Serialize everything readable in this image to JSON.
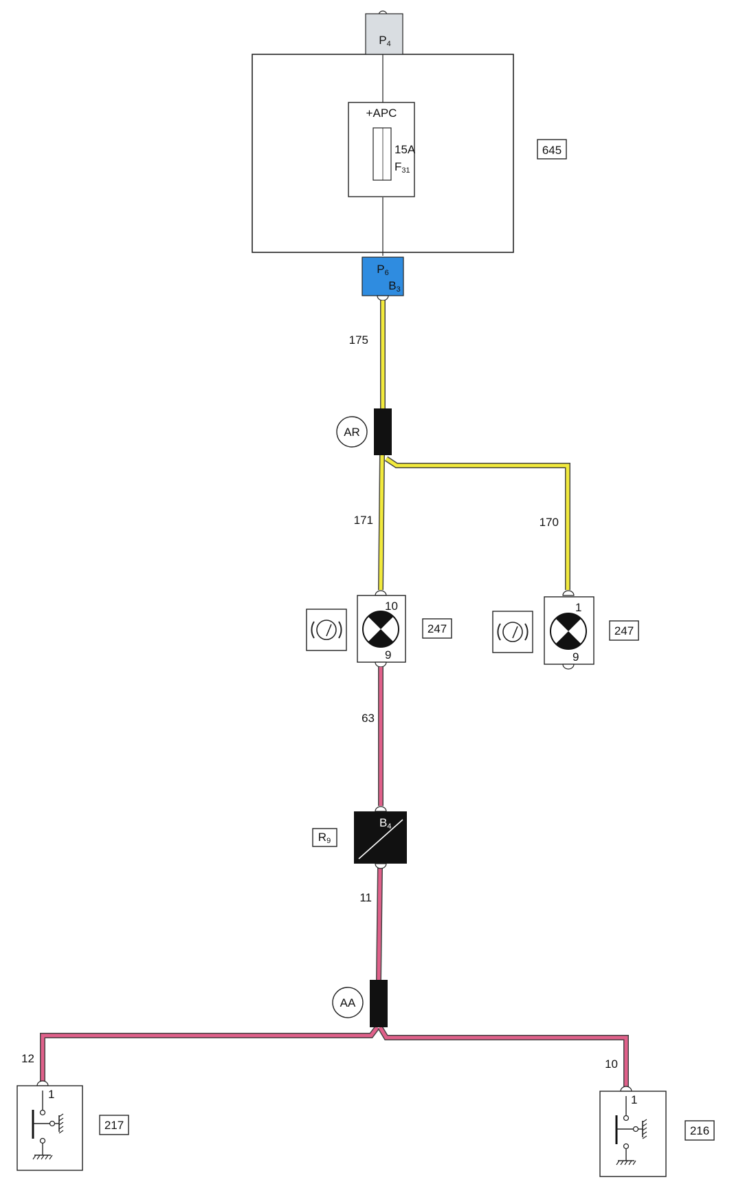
{
  "colors": {
    "yellow_wire": "#f2ea3c",
    "pink_wire": "#e0608a",
    "connector_blue": "#2f8ce0",
    "connector_grey": "#d9dde1",
    "black": "#111111"
  },
  "fuse_box": {
    "id": "645",
    "connector_top": {
      "main": "P",
      "sub": "4"
    },
    "supply": "+APC",
    "fuse_rating": "15A",
    "fuse_id": {
      "main": "F",
      "sub": "31"
    },
    "connector_bottom": {
      "main": "P",
      "sub": "6",
      "pin_main": "B",
      "pin_sub": "3"
    }
  },
  "wires": {
    "w175": "175",
    "w171": "171",
    "w170": "170",
    "w63": "63",
    "w11": "11",
    "w12": "12",
    "w10": "10"
  },
  "splices": {
    "upper": "AR",
    "lower": "AA"
  },
  "lamps": [
    {
      "id": "247",
      "pin_top": "10",
      "pin_bottom": "9"
    },
    {
      "id": "247",
      "pin_top": "1",
      "pin_bottom": "9"
    }
  ],
  "relay": {
    "id": {
      "main": "R",
      "sub": "9"
    },
    "pin": {
      "main": "B",
      "sub": "4"
    }
  },
  "switches": [
    {
      "id": "217",
      "pin": "1"
    },
    {
      "id": "216",
      "pin": "1"
    }
  ]
}
